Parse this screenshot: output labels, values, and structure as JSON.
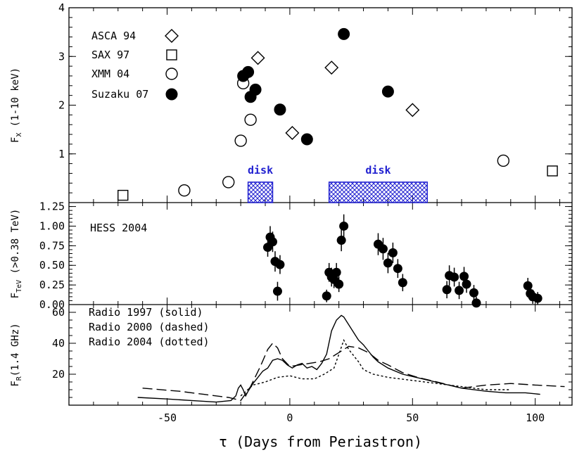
{
  "chart_data": [
    {
      "type": "scatter",
      "ylabel_main": "F",
      "ylabel_sub": "X",
      "ylabel_rest": " (1-10 keV)",
      "xlim": [
        -90,
        115
      ],
      "ylim": [
        0,
        4
      ],
      "yticks": [
        "1",
        "2",
        "3",
        "4"
      ],
      "legend": [
        {
          "label": "ASCA 94",
          "marker": "diamond"
        },
        {
          "label": "SAX 97",
          "marker": "square"
        },
        {
          "label": "XMM 04",
          "marker": "circle"
        },
        {
          "label": "Suzaku 07",
          "marker": "filled-circle"
        }
      ],
      "series": [
        {
          "name": "ASCA 94",
          "marker": "diamond",
          "x": [
            -13,
            1,
            17,
            50
          ],
          "y": [
            2.97,
            1.43,
            2.77,
            1.9
          ]
        },
        {
          "name": "SAX 97",
          "marker": "square",
          "x": [
            -68,
            107
          ],
          "y": [
            0.15,
            0.65
          ]
        },
        {
          "name": "XMM 04",
          "marker": "circle",
          "x": [
            -43,
            -25,
            -20,
            -19,
            -16,
            87
          ],
          "y": [
            0.25,
            0.42,
            1.27,
            2.45,
            1.7,
            0.86
          ]
        },
        {
          "name": "Suzaku 07",
          "marker": "filled-circle",
          "x": [
            -19,
            -17,
            -16,
            -14,
            -4,
            7,
            22,
            40
          ],
          "y": [
            2.6,
            2.68,
            2.17,
            2.32,
            1.91,
            1.3,
            3.46,
            2.28
          ]
        }
      ],
      "disk_intervals": [
        {
          "label": "disk",
          "x0": -17,
          "x1": -7,
          "y0": 0,
          "y1": 0.42
        },
        {
          "label": "disk",
          "x0": 16,
          "x1": 56,
          "y0": 0,
          "y1": 0.42
        }
      ]
    },
    {
      "type": "scatter",
      "ylabel_main": "F",
      "ylabel_sub": "TeV",
      "ylabel_rest": " (>0.38 TeV)",
      "ylim": [
        0,
        1.3
      ],
      "yticks": [
        "0.00",
        "0.25",
        "0.50",
        "0.75",
        "1.00",
        "1.25"
      ],
      "annotation": "HESS 2004",
      "series": [
        {
          "name": "HESS 2004",
          "x": [
            -9,
            -8,
            -7,
            -6,
            -4,
            -5,
            15,
            16,
            17,
            18,
            19,
            20,
            21,
            22,
            36,
            38,
            40,
            42,
            44,
            46,
            64,
            65,
            67,
            69,
            71,
            72,
            75,
            76,
            97,
            98,
            99,
            101
          ],
          "y": [
            0.73,
            0.86,
            0.8,
            0.55,
            0.51,
            0.17,
            0.11,
            0.41,
            0.35,
            0.32,
            0.41,
            0.26,
            0.82,
            1.0,
            0.77,
            0.71,
            0.53,
            0.66,
            0.46,
            0.28,
            0.19,
            0.37,
            0.35,
            0.18,
            0.36,
            0.26,
            0.15,
            0.02,
            0.24,
            0.14,
            0.1,
            0.08
          ],
          "err": [
            0.12,
            0.14,
            0.13,
            0.13,
            0.12,
            0.12,
            0.08,
            0.12,
            0.12,
            0.11,
            0.12,
            0.1,
            0.14,
            0.15,
            0.14,
            0.14,
            0.13,
            0.13,
            0.12,
            0.11,
            0.11,
            0.13,
            0.12,
            0.11,
            0.12,
            0.11,
            0.1,
            0.08,
            0.1,
            0.09,
            0.09,
            0.08
          ]
        }
      ]
    },
    {
      "type": "line",
      "ylabel_main": "F",
      "ylabel_sub": "R",
      "ylabel_rest": "(1.4 GHz)",
      "ylim": [
        0,
        65
      ],
      "yticks": [
        "20",
        "40",
        "60"
      ],
      "xlabel": "τ (Days from Periastron)",
      "xticks": [
        -50,
        0,
        50,
        100
      ],
      "legend_lines": [
        "Radio 1997 (solid)",
        "Radio 2000 (dashed)",
        "Radio 2004 (dotted)"
      ],
      "series": [
        {
          "name": "Radio 1997 (solid)",
          "style": "solid",
          "x": [
            -62,
            -50,
            -40,
            -30,
            -24,
            -22,
            -21,
            -20,
            -19,
            -18,
            -17,
            -15,
            -13,
            -11,
            -9,
            -7,
            -5,
            -3,
            -1,
            1,
            3,
            5,
            7,
            9,
            11,
            13,
            15,
            17,
            19,
            21,
            22,
            24,
            26,
            28,
            30,
            32,
            34,
            36,
            40,
            46,
            54,
            62,
            70,
            80,
            88,
            96,
            102
          ],
          "y": [
            5,
            4,
            3,
            2,
            3,
            6,
            11,
            13,
            10,
            6,
            9,
            14,
            18,
            22,
            24,
            29,
            30,
            29,
            26,
            24,
            26,
            27,
            24,
            25,
            23,
            27,
            33,
            48,
            55,
            58,
            57,
            52,
            47,
            42,
            39,
            35,
            31,
            28,
            24,
            20,
            17,
            14,
            11,
            9,
            8,
            8,
            7
          ]
        },
        {
          "name": "Radio 2000 (dashed)",
          "style": "dashed",
          "x": [
            -60,
            -45,
            -35,
            -25,
            -20,
            -16,
            -12,
            -9,
            -7,
            -5,
            -3,
            0,
            4,
            8,
            12,
            16,
            20,
            24,
            28,
            32,
            36,
            40,
            46,
            52,
            60,
            70,
            80,
            90,
            100,
            112
          ],
          "y": [
            11,
            9,
            7,
            5,
            3,
            12,
            25,
            36,
            40,
            37,
            30,
            25,
            26,
            27,
            28,
            30,
            34,
            38,
            37,
            34,
            29,
            26,
            21,
            18,
            15,
            11,
            13,
            14,
            13,
            12
          ]
        },
        {
          "name": "Radio 2004 (dotted)",
          "style": "dotted",
          "x": [
            -20,
            -15,
            -10,
            -5,
            0,
            5,
            10,
            14,
            18,
            20,
            22,
            24,
            26,
            28,
            30,
            34,
            40,
            50,
            60,
            70,
            80,
            90
          ],
          "y": [
            6,
            13,
            15,
            18,
            19,
            17,
            17,
            20,
            24,
            33,
            42,
            36,
            32,
            28,
            23,
            20,
            18,
            16,
            14,
            12,
            10,
            10
          ]
        }
      ]
    }
  ]
}
